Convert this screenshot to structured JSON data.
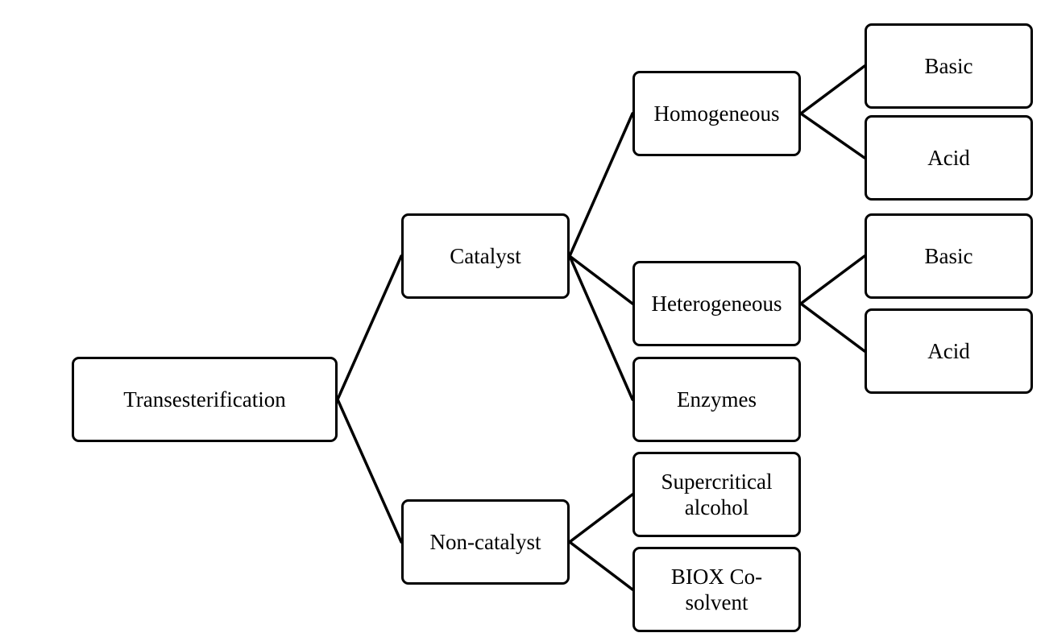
{
  "diagram": {
    "root": {
      "label": "Transesterification"
    },
    "catalyst": {
      "label": "Catalyst"
    },
    "non_catalyst": {
      "label": "Non-catalyst"
    },
    "homogeneous": {
      "label": "Homogeneous"
    },
    "heterogeneous": {
      "label": "Heterogeneous"
    },
    "enzymes": {
      "label": "Enzymes"
    },
    "supercritical": {
      "label": "Supercritical\nalcohol"
    },
    "biox": {
      "label": "BIOX Co-\nsolvent"
    },
    "homo_basic": {
      "label": "Basic"
    },
    "homo_acid": {
      "label": "Acid"
    },
    "hetero_basic": {
      "label": "Basic"
    },
    "hetero_acid": {
      "label": "Acid"
    }
  },
  "edges": [
    [
      "Transesterification",
      "Catalyst"
    ],
    [
      "Transesterification",
      "Non-catalyst"
    ],
    [
      "Catalyst",
      "Homogeneous"
    ],
    [
      "Catalyst",
      "Heterogeneous"
    ],
    [
      "Catalyst",
      "Enzymes"
    ],
    [
      "Non-catalyst",
      "Supercritical alcohol"
    ],
    [
      "Non-catalyst",
      "BIOX Co-solvent"
    ],
    [
      "Homogeneous",
      "Basic"
    ],
    [
      "Homogeneous",
      "Acid"
    ],
    [
      "Heterogeneous",
      "Basic"
    ],
    [
      "Heterogeneous",
      "Acid"
    ]
  ],
  "colors": {
    "stroke": "#000000",
    "background": "#ffffff"
  }
}
